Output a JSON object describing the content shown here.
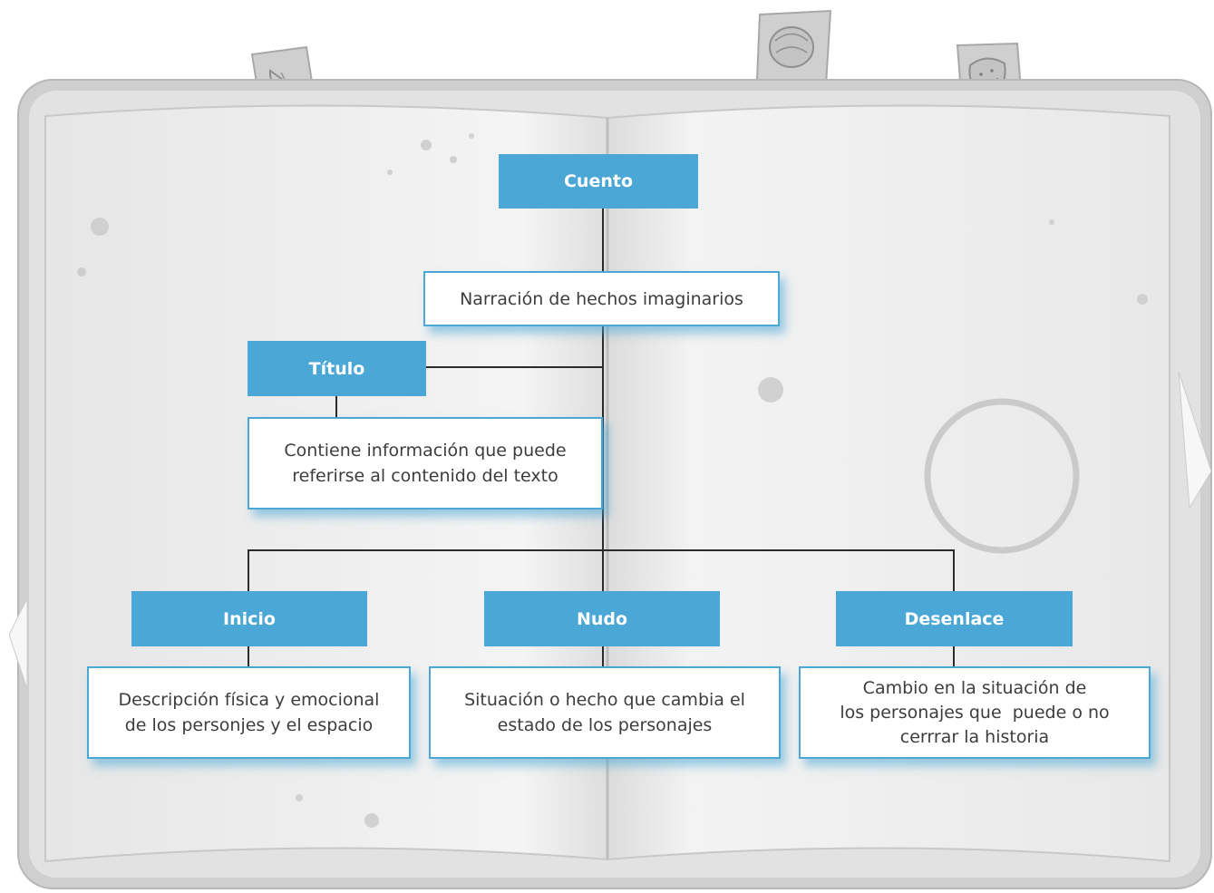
{
  "diagram": {
    "root": {
      "label": "Cuento",
      "description": "Narración de hechos imaginarios"
    },
    "title": {
      "label": "Título",
      "description_lines": [
        "Contiene información que puede",
        "referirse al contenido del texto"
      ]
    },
    "parts": [
      {
        "label": "Inicio",
        "description_lines": [
          "Descripción física y emocional",
          "de los personjes y el espacio"
        ]
      },
      {
        "label": "Nudo",
        "description_lines": [
          "Situación o hecho que cambia el",
          "estado de los personajes"
        ]
      },
      {
        "label": "Desenlace",
        "description_lines": [
          "Cambio en la situación de",
          "los personajes que  puede o no",
          "cerrrar la historia"
        ]
      }
    ]
  },
  "colors": {
    "box_fill": "#4aa7d6",
    "box_border": "#4aa7d6",
    "connector": "#2b2b2b",
    "book_frame": "#d3d3d3",
    "page": "#f0f0f0"
  },
  "icons": [
    "lemon-tab-icon",
    "artichoke-tab-icon",
    "strawberry-tab-icon"
  ]
}
